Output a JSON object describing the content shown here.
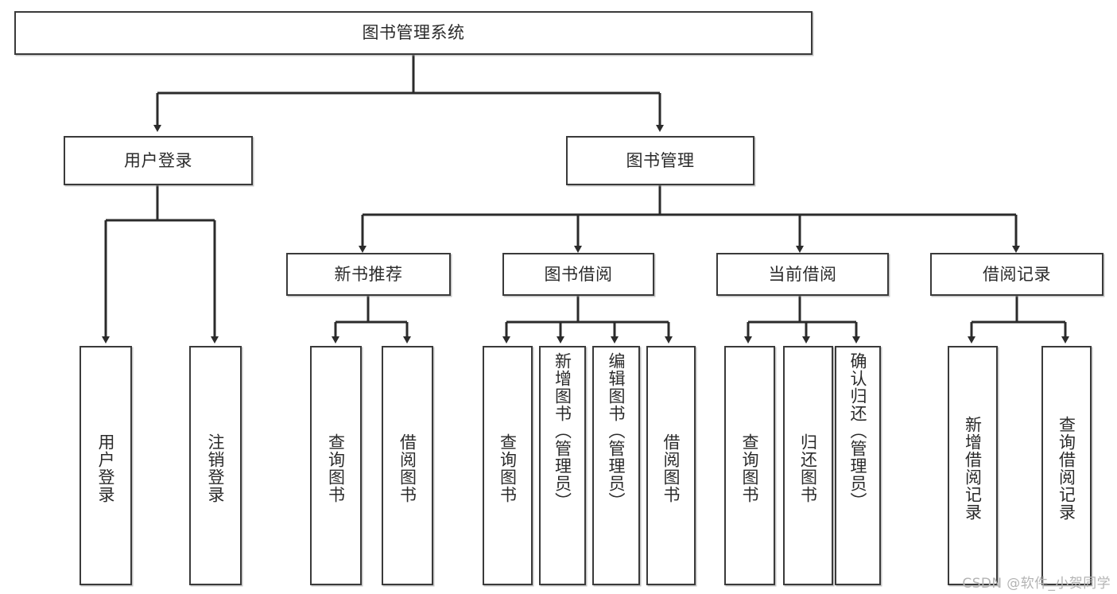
{
  "diagram": {
    "title": "图书管理系统",
    "type": "tree-hierarchy-chart",
    "watermark": "CSDN @软件_小贺同学",
    "colors": {
      "background": "#ffffff",
      "box_border": "#3a3a3a",
      "box_fill": "#ffffff",
      "text": "#2b2b2b",
      "connector": "#2b2b2b",
      "watermark": "#b4b4b4"
    },
    "root": {
      "id": "root",
      "label": "图书管理系统"
    },
    "level2": [
      {
        "id": "user-login",
        "label": "用户登录"
      },
      {
        "id": "book-management",
        "label": "图书管理"
      }
    ],
    "level3": [
      {
        "id": "new-book-recommend",
        "label": "新书推荐"
      },
      {
        "id": "book-borrow",
        "label": "图书借阅"
      },
      {
        "id": "current-borrow",
        "label": "当前借阅"
      },
      {
        "id": "borrow-record",
        "label": "借阅记录"
      }
    ],
    "leaves": {
      "user-login": [
        {
          "id": "leaf-user-login",
          "label": "用户登录"
        },
        {
          "id": "leaf-logout-login",
          "label": "注销登录"
        }
      ],
      "new-book-recommend": [
        {
          "id": "leaf-query-book-1",
          "label": "查询图书"
        },
        {
          "id": "leaf-borrow-book-1",
          "label": "借阅图书"
        }
      ],
      "book-borrow": [
        {
          "id": "leaf-query-book-2",
          "label": "查询图书"
        },
        {
          "id": "leaf-add-book",
          "label": "新增图书（管理员）"
        },
        {
          "id": "leaf-edit-book",
          "label": "编辑图书（管理员）"
        },
        {
          "id": "leaf-borrow-book-2",
          "label": "借阅图书"
        }
      ],
      "current-borrow": [
        {
          "id": "leaf-query-book-3",
          "label": "查询图书"
        },
        {
          "id": "leaf-return-book",
          "label": "归还图书"
        },
        {
          "id": "leaf-confirm-return",
          "label": "确认归还（管理员）"
        }
      ],
      "borrow-record": [
        {
          "id": "leaf-add-borrow-record",
          "label": "新增借阅记录"
        },
        {
          "id": "leaf-query-borrow-record",
          "label": "查询借阅记录"
        }
      ]
    }
  }
}
